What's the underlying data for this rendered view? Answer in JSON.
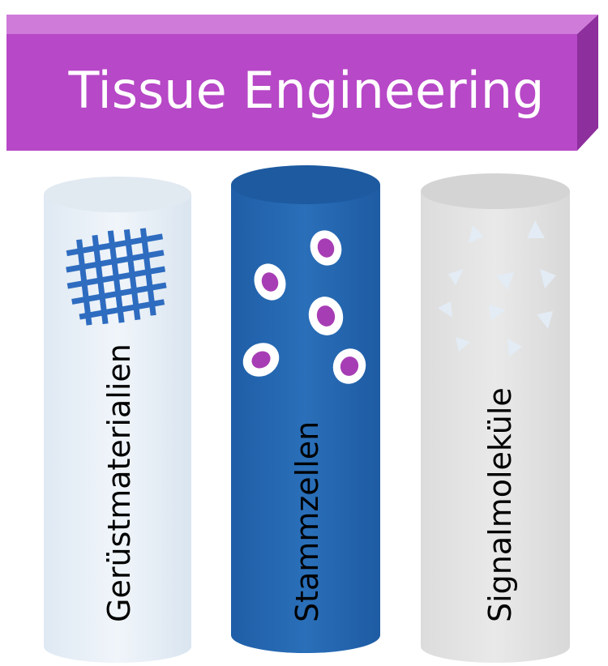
{
  "title": "Tissue Engineering",
  "pillars": [
    {
      "label": "Gerüstmaterialien",
      "icon": "scaffold-mesh-icon"
    },
    {
      "label": "Stammzellen",
      "icon": "stem-cells-icon"
    },
    {
      "label": "Signalmoleküle",
      "icon": "signal-molecules-icon"
    }
  ],
  "colors": {
    "banner_front": "#b748c7",
    "banner_top": "#cf7bda",
    "banner_side": "#8d2f9c",
    "title_text": "#ffffff",
    "pillar_1_body": "#eaf1f8",
    "pillar_2_body": "#2668b2",
    "pillar_3_body": "#e5e5e5",
    "mesh": "#2e6cc0",
    "cell_nucleus": "#a73db4",
    "signal_triangle": "#e3ecf5",
    "label_text": "#000000"
  }
}
